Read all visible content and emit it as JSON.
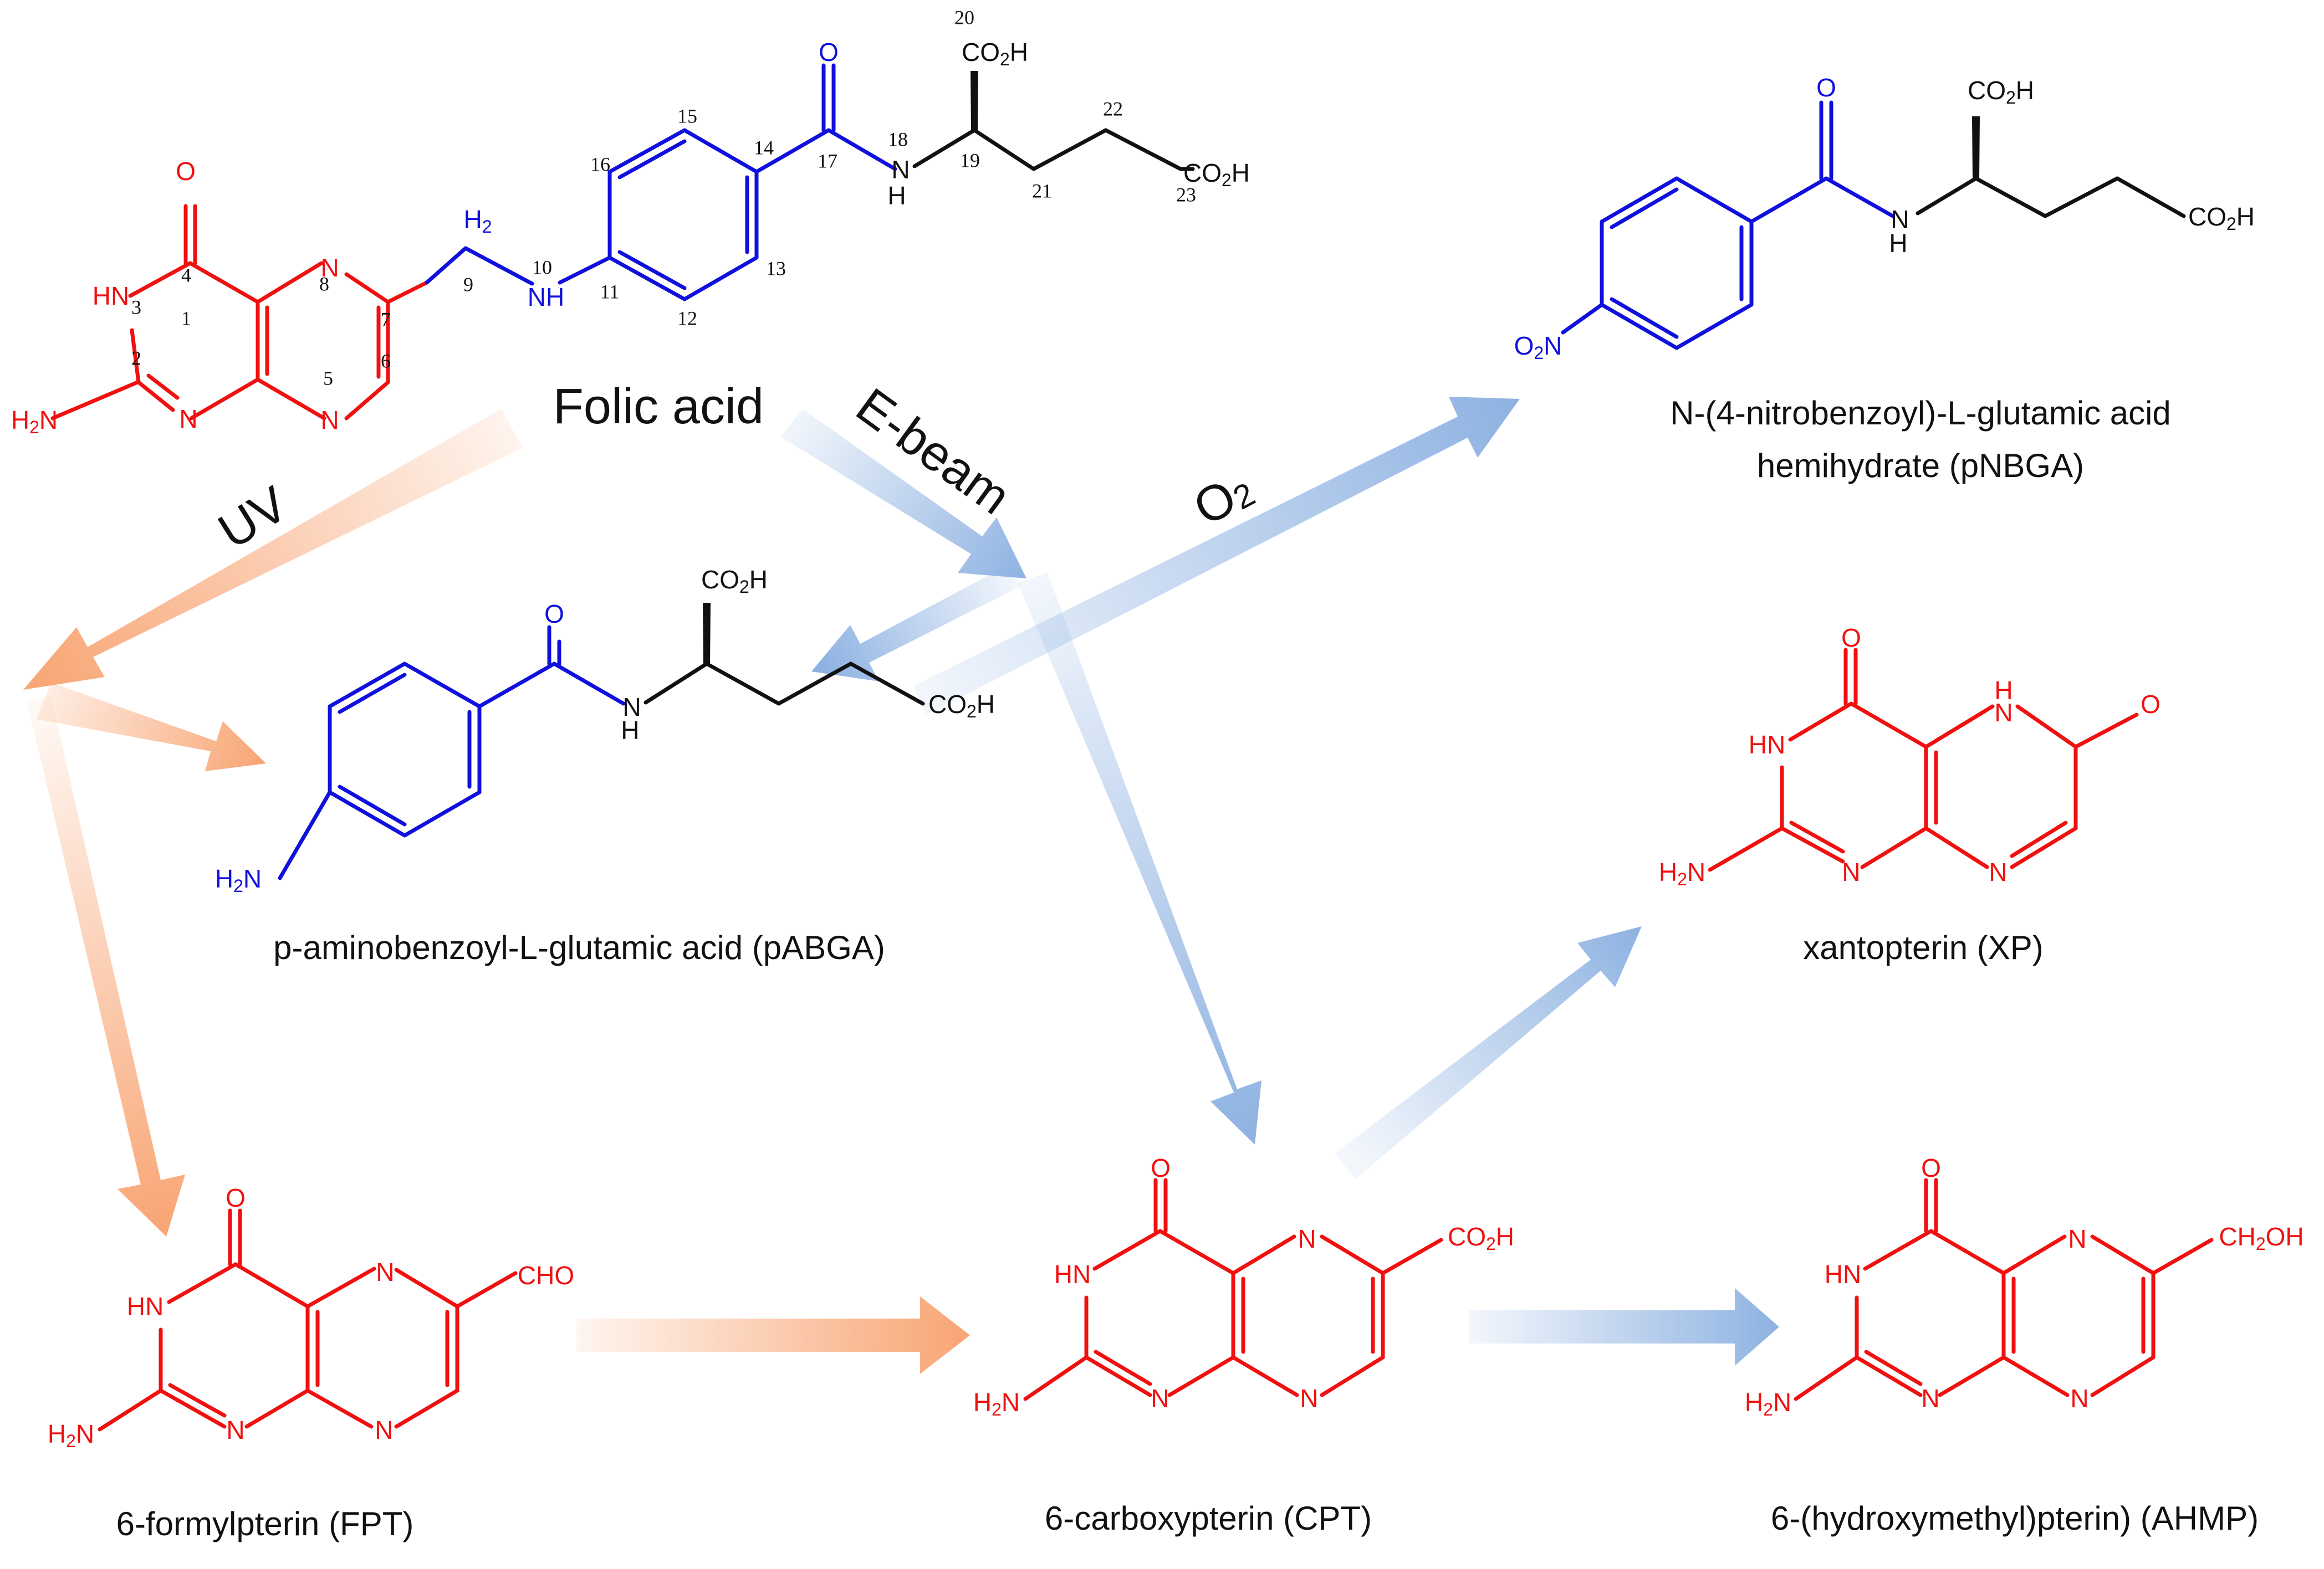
{
  "colors": {
    "pterin": "#f01010",
    "linker": "#1010dd",
    "glutamate": "#111111",
    "uv_arrow": "#f8a06c",
    "ebeam_arrow": "#88aee0"
  },
  "title": "Folic acid",
  "labels": {
    "uv": "UV",
    "ebeam": "E-beam",
    "o2": "O2"
  },
  "atoms": {
    "O": "O",
    "N": "N",
    "HN": "HN",
    "NH": "NH",
    "H": "H",
    "H2N": "H2N",
    "O2N": "O2N",
    "CO2H": "CO2H",
    "CHO": "CHO",
    "CH2OH": "CH2OH",
    "H2": "H2"
  },
  "numbering": [
    "1",
    "2",
    "3",
    "4",
    "5",
    "6",
    "7",
    "8",
    "9",
    "10",
    "11",
    "12",
    "13",
    "14",
    "15",
    "16",
    "17",
    "18",
    "19",
    "20",
    "21",
    "22",
    "23"
  ],
  "compounds": {
    "pnbga_line1": "N-(4-nitrobenzoyl)-L-glutamic acid",
    "pnbga_line2": "hemihydrate (pNBGA)",
    "pabga": "p-aminobenzoyl-L-glutamic acid (pABGA)",
    "xp": "xantopterin (XP)",
    "fpt": "6-formylpterin (FPT)",
    "cpt": "6-carboxypterin (CPT)",
    "ahmp": "6-(hydroxymethyl)pterin) (AHMP)"
  }
}
